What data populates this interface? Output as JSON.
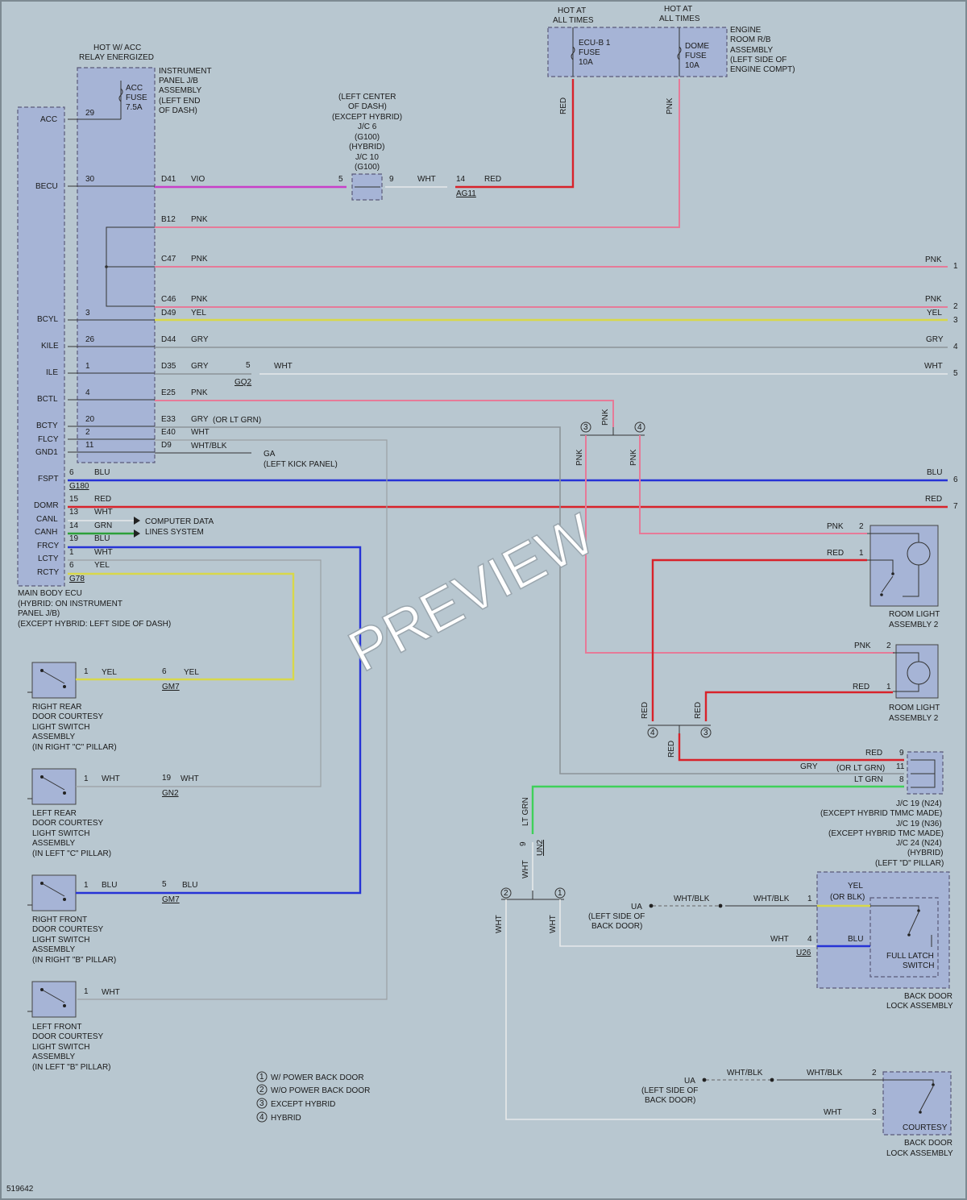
{
  "doc_id": "519642",
  "watermark": "PREVIEW",
  "labels": {
    "hot_acc": [
      "HOT W/ ACC",
      "RELAY ENERGIZED"
    ],
    "ij_b": [
      "INSTRUMENT",
      "PANEL J/B",
      "ASSEMBLY",
      "(LEFT END",
      "OF DASH)"
    ],
    "acc_fuse": [
      "ACC",
      "FUSE",
      "7.5A"
    ],
    "hot_all_1": [
      "HOT AT",
      "ALL TIMES"
    ],
    "hot_all_2": [
      "HOT AT",
      "ALL TIMES"
    ],
    "ecub_fuse": [
      "ECU-B 1",
      "FUSE",
      "10A"
    ],
    "dome_fuse": [
      "DOME",
      "FUSE",
      "10A"
    ],
    "engine_rb": [
      "ENGINE",
      "ROOM R/B",
      "ASSEMBLY",
      "(LEFT SIDE OF",
      "ENGINE COMPT)"
    ],
    "jc6": [
      "(LEFT CENTER",
      "OF DASH)",
      "(EXCEPT HYBRID)",
      "J/C 6",
      "(G100)",
      "(HYBRID)",
      "J/C 10",
      "(G100)"
    ],
    "main_ecu": [
      "MAIN BODY ECU",
      "(HYBRID: ON INSTRUMENT",
      "PANEL J/B)",
      "(EXCEPT HYBRID: LEFT SIDE OF DASH)"
    ],
    "ecu_pins": [
      "ACC",
      "BECU",
      "BCYL",
      "KILE",
      "ILE",
      "BCTL",
      "BCTY",
      "FLCY",
      "GND1",
      "FSPT",
      "DOMR",
      "CANL",
      "CANH",
      "FRCY",
      "LCTY",
      "RCTY"
    ],
    "ecu_nums": [
      "29",
      "30",
      "3",
      "26",
      "1",
      "4",
      "20",
      "2",
      "11",
      "6",
      "15",
      "13",
      "14",
      "19",
      "1",
      "6"
    ],
    "conn_left": [
      "D41",
      "B12",
      "C47",
      "C46",
      "D49",
      "D44",
      "D35",
      "E25",
      "E33",
      "E40",
      "D9"
    ],
    "wire_colors_left": [
      "VIO",
      "PNK",
      "PNK",
      "PNK",
      "YEL",
      "GRY",
      "GRY",
      "PNK",
      "GRY",
      "WHT",
      "WHT/BLK"
    ],
    "or_lt_grn": "(OR LT GRN)",
    "comp_data": [
      "COMPUTER DATA",
      "LINES SYSTEM"
    ],
    "ga": [
      "GA",
      "(LEFT KICK PANEL)"
    ],
    "lower_colors": [
      "BLU",
      "RED",
      "WHT",
      "GRN",
      "BLU",
      "WHT",
      "YEL"
    ],
    "g180": "G180",
    "g78": "G78",
    "jc_pins": [
      "5",
      "9",
      "14"
    ],
    "jc_colors": [
      "WHT",
      "RED"
    ],
    "ag11": "AG11",
    "gq2": "GQ2",
    "gq2_pin": "5",
    "right_colors": [
      "PNK",
      "PNK",
      "YEL",
      "GRY",
      "WHT",
      "BLU",
      "RED"
    ],
    "right_nums": [
      "1",
      "2",
      "3",
      "4",
      "5",
      "6",
      "7"
    ],
    "vert_red": "RED",
    "vert_pnk": "PNK",
    "switches": [
      {
        "label": [
          "RIGHT REAR",
          "DOOR COURTESY",
          "LIGHT SWITCH",
          "ASSEMBLY",
          "(IN RIGHT \"C\" PILLAR)"
        ],
        "pin": "1",
        "c1": "YEL",
        "jpin": "6",
        "c2": "YEL",
        "conn": "GM7"
      },
      {
        "label": [
          "LEFT REAR",
          "DOOR COURTESY",
          "LIGHT SWITCH",
          "ASSEMBLY",
          "(IN LEFT \"C\" PILLAR)"
        ],
        "pin": "1",
        "c1": "WHT",
        "jpin": "19",
        "c2": "WHT",
        "conn": "GN2"
      },
      {
        "label": [
          "RIGHT FRONT",
          "DOOR COURTESY",
          "LIGHT SWITCH",
          "ASSEMBLY",
          "(IN RIGHT \"B\" PILLAR)"
        ],
        "pin": "1",
        "c1": "BLU",
        "jpin": "5",
        "c2": "BLU",
        "conn": "GM7"
      },
      {
        "label": [
          "LEFT FRONT",
          "DOOR COURTESY",
          "LIGHT SWITCH",
          "ASSEMBLY",
          "(IN LEFT \"B\" PILLAR)"
        ],
        "pin": "1",
        "c1": "WHT",
        "jpin": "",
        "c2": "",
        "conn": ""
      }
    ],
    "legend": [
      "W/ POWER BACK DOOR",
      "W/O POWER BACK DOOR",
      "EXCEPT HYBRID",
      "HYBRID"
    ],
    "legend_nums": [
      "1",
      "2",
      "3",
      "4"
    ],
    "room_light": [
      "ROOM LIGHT",
      "ASSEMBLY 2"
    ],
    "room_pins": [
      "2",
      "1"
    ],
    "room_colors": [
      "PNK",
      "RED"
    ],
    "jc19": [
      "J/C 19 (N24)",
      "(EXCEPT HYBRID TMMC MADE)",
      "J/C 19 (N36)",
      "(EXCEPT HYBRID TMC MADE)",
      "J/C 24 (N24)",
      "(HYBRID)",
      "(LEFT \"D\" PILLAR)"
    ],
    "jc19_pins": [
      "9",
      "11",
      "8"
    ],
    "jc19_colors": [
      "RED",
      "GRY",
      "(OR LT GRN)",
      "LT GRN"
    ],
    "un2": "UN2",
    "un2_pin": "9",
    "ua": [
      "UA",
      "(LEFT SIDE OF",
      "BACK DOOR)"
    ],
    "whtblk": "WHT/BLK",
    "bd_pins": [
      "1",
      "4",
      "2",
      "3"
    ],
    "bd_colors": [
      "YEL",
      "(OR BLK)",
      "BLU",
      "WHT"
    ],
    "u26": "U26",
    "full_latch": [
      "FULL LATCH",
      "SWITCH"
    ],
    "courtesy": "COURTESY",
    "bd_lock": [
      "BACK DOOR",
      "LOCK ASSEMBLY"
    ]
  }
}
